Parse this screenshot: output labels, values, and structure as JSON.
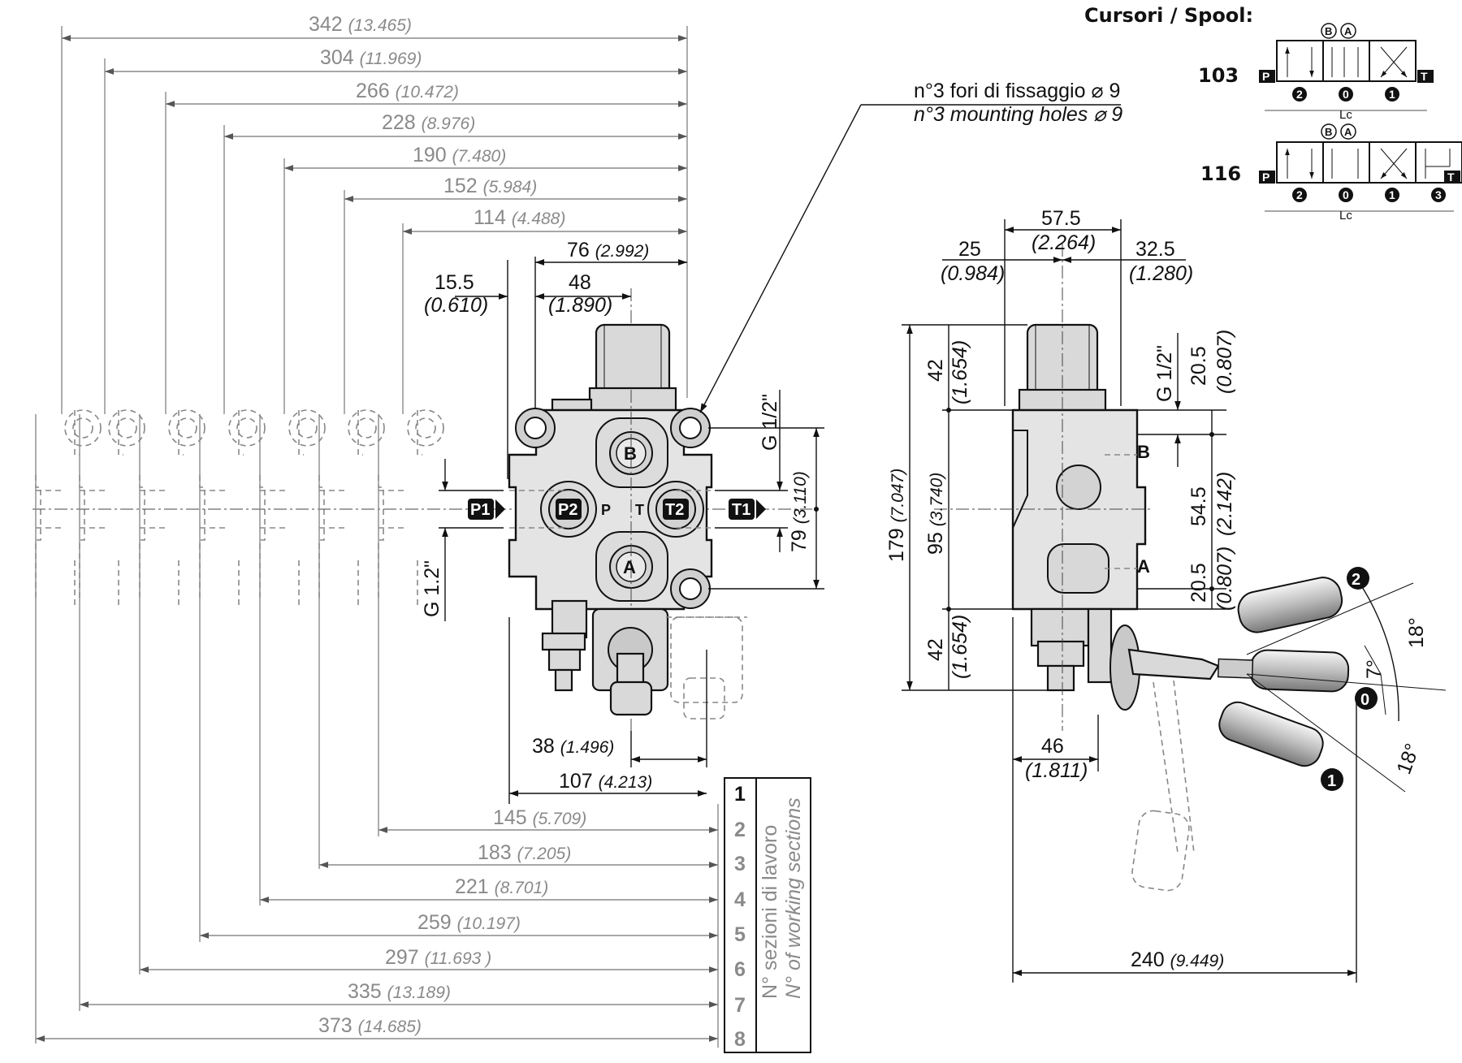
{
  "spool": {
    "title": "Cursori / Spool:",
    "codes": [
      {
        "code": "103",
        "ports_top": [
          "B",
          "A"
        ],
        "positions": [
          "2",
          "0",
          "1"
        ],
        "p_label": "P",
        "t_label": "T",
        "lc_label": "Lc"
      },
      {
        "code": "116",
        "ports_top": [
          "B",
          "A"
        ],
        "positions": [
          "2",
          "0",
          "1",
          "3"
        ],
        "p_label": "P",
        "t_label": "T",
        "lc_label": "Lc"
      }
    ]
  },
  "top_dimensions": [
    {
      "mm": "342",
      "in": "(13.465)"
    },
    {
      "mm": "304",
      "in": "(11.969)"
    },
    {
      "mm": "266",
      "in": "(10.472)"
    },
    {
      "mm": "228",
      "in": "(8.976)"
    },
    {
      "mm": "190",
      "in": "(7.480)"
    },
    {
      "mm": "152",
      "in": "(5.984)"
    },
    {
      "mm": "114",
      "in": "(4.488)"
    },
    {
      "mm": "76",
      "in": "(2.992)"
    }
  ],
  "front_dims": {
    "d15_5": {
      "mm": "15.5",
      "in": "(0.610)"
    },
    "d48": {
      "mm": "48",
      "in": "(1.890)"
    },
    "d38": {
      "mm": "38",
      "in": "(1.496)"
    },
    "d107": {
      "mm": "107",
      "in": "(4.213)"
    },
    "d79": {
      "mm": "79",
      "in": "(3.110)"
    },
    "g_right": "G 1/2\"",
    "g_left": "G 1.2\""
  },
  "bottom_dimensions": [
    {
      "mm": "145",
      "in": "(5.709)"
    },
    {
      "mm": "183",
      "in": "(7.205)"
    },
    {
      "mm": "221",
      "in": "(8.701)"
    },
    {
      "mm": "259",
      "in": "(10.197)"
    },
    {
      "mm": "297",
      "in": "(11.693 )"
    },
    {
      "mm": "335",
      "in": "(13.189)"
    },
    {
      "mm": "373",
      "in": "(14.685)"
    }
  ],
  "mounting_note": {
    "line1": "n°3 fori di fissaggio  ⌀ 9",
    "line2": "n°3 mounting holes ⌀ 9"
  },
  "ports": {
    "P1": "P1",
    "P2": "P2",
    "T1": "T1",
    "T2": "T2",
    "A": "A",
    "B": "B",
    "P": "P",
    "T": "T"
  },
  "sections": {
    "numbers": [
      "1",
      "2",
      "3",
      "4",
      "5",
      "6",
      "7",
      "8"
    ],
    "label_it": "N° sezioni di lavoro",
    "label_en": "N° of working sections"
  },
  "side_dims": {
    "d57_5": {
      "mm": "57.5",
      "in": "(2.264)"
    },
    "d25": {
      "mm": "25",
      "in": "(0.984)"
    },
    "d32_5": {
      "mm": "32.5",
      "in": "(1.280)"
    },
    "d179": {
      "mm": "179",
      "in": "(7.047)"
    },
    "d95": {
      "mm": "95",
      "in": "(3.740)"
    },
    "d42a": {
      "mm": "42",
      "in": "(1.654)"
    },
    "d42b": {
      "mm": "42",
      "in": "(1.654)"
    },
    "d20_5a": {
      "mm": "20.5",
      "in": "(0.807)"
    },
    "d54_5": {
      "mm": "54.5",
      "in": "(2.142)"
    },
    "d20_5b": {
      "mm": "20.5",
      "in": "(0.807)"
    },
    "d46": {
      "mm": "46",
      "in": "(1.811)"
    },
    "d240": {
      "mm": "240",
      "in": "(9.449)"
    },
    "g_side": "G 1/2\"",
    "port_b": "B",
    "port_a": "A"
  },
  "lever": {
    "positions": [
      "2",
      "0",
      "1"
    ],
    "angles": [
      "18°",
      "7°",
      "18°"
    ]
  },
  "colors": {
    "line": "#111111",
    "gray": "#8a8a8a",
    "body_fill": "#e4e4e4"
  }
}
